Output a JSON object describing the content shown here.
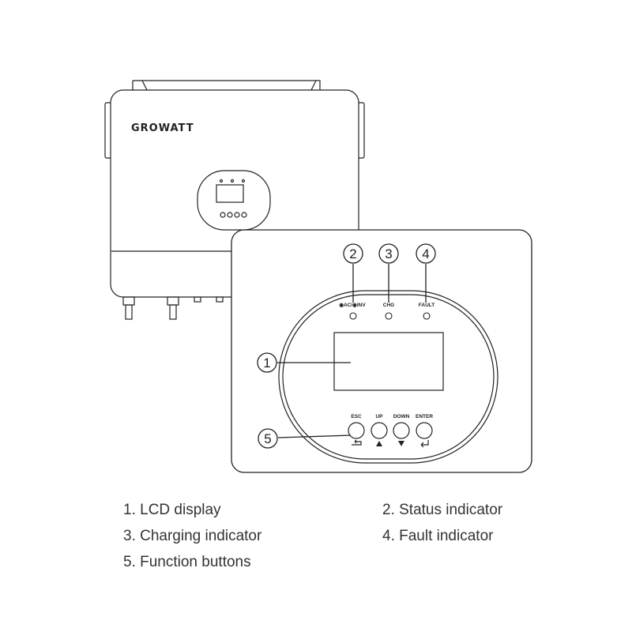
{
  "device": {
    "brand": "GROWATT"
  },
  "panel": {
    "led_labels": [
      "◉AC/◉INV",
      "CHG",
      "FAULT"
    ],
    "button_labels": [
      "ESC",
      "UP",
      "DOWN",
      "ENTER"
    ]
  },
  "callouts": [
    "1",
    "2",
    "3",
    "4",
    "5"
  ],
  "legend": [
    "1. LCD display",
    "2. Status indicator",
    "3. Charging indicator",
    "4. Fault indicator",
    "5. Function buttons"
  ]
}
